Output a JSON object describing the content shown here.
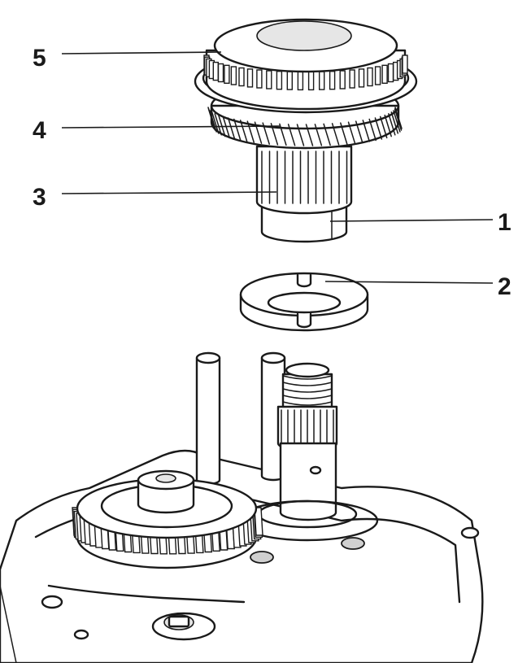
{
  "diagram": {
    "callouts": [
      {
        "id": "callout-5",
        "label": "5"
      },
      {
        "id": "callout-4",
        "label": "4"
      },
      {
        "id": "callout-3",
        "label": "3"
      },
      {
        "id": "callout-1",
        "label": "1"
      },
      {
        "id": "callout-2",
        "label": "2"
      }
    ]
  },
  "colors": {
    "ink": "#1a1a1a",
    "background": "#ffffff",
    "shade": "#d0d0d0"
  }
}
